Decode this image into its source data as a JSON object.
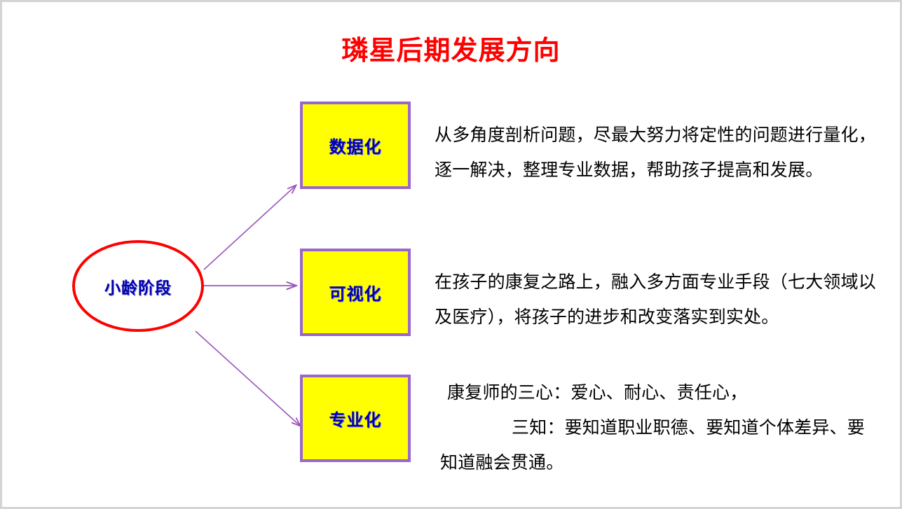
{
  "slide": {
    "title": "璘星后期发展方向",
    "title_color": "#ff0000",
    "background": "#ffffff",
    "border_color": "#d4d4d4"
  },
  "root_node": {
    "label": "小龄阶段",
    "shape": "ellipse",
    "outline_color": "#ff0000",
    "text_color": "#0000b0"
  },
  "connectors": {
    "color": "#9955bb",
    "count": 3,
    "style": "arrow"
  },
  "branches": [
    {
      "box_label": "数据化",
      "box_fill": "#ffff00",
      "box_border": "#9966cc",
      "box_text_color": "#0000b0",
      "lines": [
        "从多角度剖析问题，尽最大努力将定性的问题进行量化，",
        "逐一解决，整理专业数据，帮助孩子提高和发展。"
      ]
    },
    {
      "box_label": "可视化",
      "box_fill": "#ffff00",
      "box_border": "#9966cc",
      "box_text_color": "#0000b0",
      "lines": [
        "在孩子的康复之路上，融入多方面专业手段（七大领域以",
        "及医疗），将孩子的进步和改变落实到实处。"
      ]
    },
    {
      "box_label": "专业化",
      "box_fill": "#ffff00",
      "box_border": "#9966cc",
      "box_text_color": "#0000b0",
      "lines": [
        "康复师的三心：爱心、耐心、责任心，",
        "三知：要知道职业职德、要知道个体差异、要",
        "知道融会贯通。"
      ]
    }
  ]
}
